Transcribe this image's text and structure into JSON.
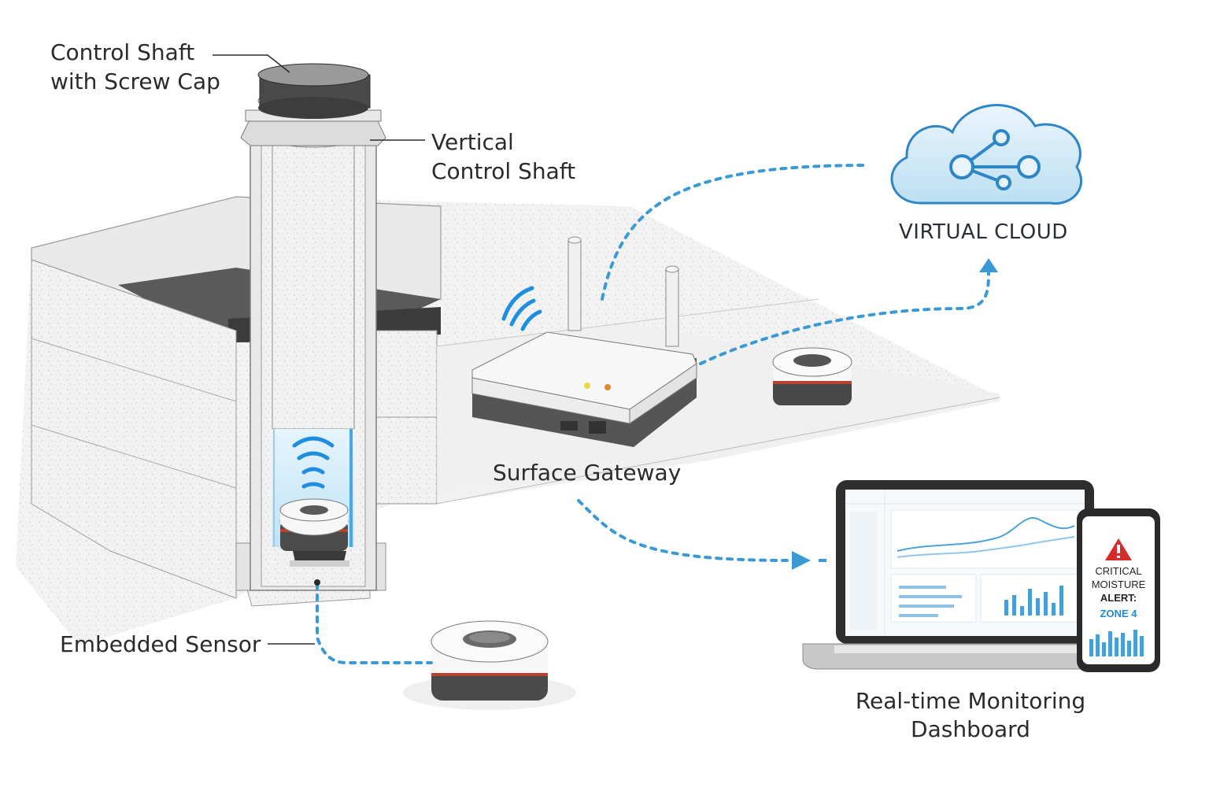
{
  "labels": {
    "control_shaft_line1": "Control Shaft",
    "control_shaft_line2": "with Screw Cap",
    "vertical_shaft_line1": "Vertical",
    "vertical_shaft_line2": "Control Shaft",
    "embedded_sensor": "Embedded Sensor",
    "surface_gateway": "Surface Gateway",
    "dashboard_line1": "Real-time Monitoring",
    "dashboard_line2": "Dashboard"
  },
  "cloud": {
    "title": "VIRTUAL CLOUD",
    "icon": "share-network-icon"
  },
  "phone_alert": {
    "icon": "warning-triangle-icon",
    "line1": "CRITICAL",
    "line2": "MOISTURE",
    "line3": "ALERT:",
    "zone": "ZONE 4"
  },
  "colors": {
    "link": "#3a9ad6",
    "cloud_fill": "#d6ecf8",
    "cloud_stroke": "#2f86c6",
    "alert_red": "#d62b2b",
    "sensor_band": "#b8422b"
  }
}
